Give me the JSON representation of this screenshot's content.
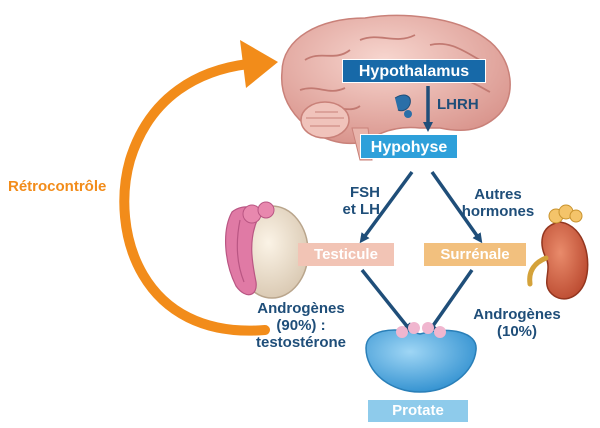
{
  "colors": {
    "feedback_orange": "#f28c1a",
    "dark_blue": "#1f4e79",
    "box_dark": "#1769a8",
    "box_light": "#2ea0da",
    "testicule_box": "#f2c4b5",
    "surrenale_box": "#f2c07e",
    "prostate_box": "#8ecbeb",
    "organ_pink": "#e8a7a1",
    "prostate_blue": "#5fb3e6"
  },
  "labels": {
    "feedback": "Rétrocontrôle",
    "hypothalamus": "Hypothalamus",
    "lhrh": "LHRH",
    "hypophyse": "Hypohyse",
    "fsh_lines": [
      "FSH",
      "et LH"
    ],
    "autres_lines": [
      "Autres",
      "hormones"
    ],
    "testicule": "Testicule",
    "surrenale": "Surrénale",
    "androgenes_left": [
      "Androgènes",
      "(90%) :",
      "testostérone"
    ],
    "androgenes_right": [
      "Androgènes",
      "(10%)"
    ],
    "prostate": "Protate"
  }
}
